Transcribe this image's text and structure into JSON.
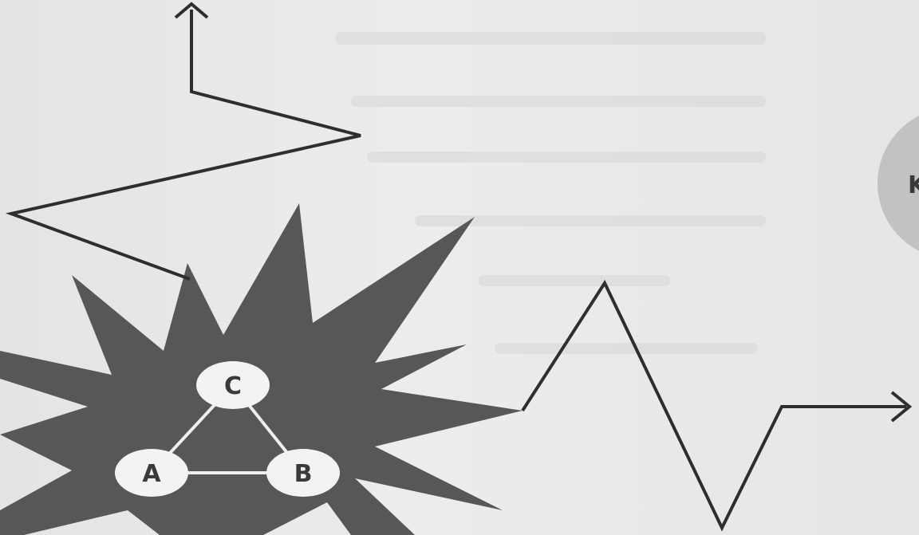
{
  "diagram": {
    "nodes": [
      {
        "id": "A",
        "label": "A"
      },
      {
        "id": "B",
        "label": "B"
      },
      {
        "id": "C",
        "label": "C"
      }
    ],
    "edges": [
      {
        "from": "A",
        "to": "B"
      },
      {
        "from": "B",
        "to": "C"
      },
      {
        "from": "C",
        "to": "A"
      }
    ],
    "right_circle_label": "K",
    "colors": {
      "background": "#e9e9e7",
      "starburst": "#575757",
      "line": "#2e2e2e",
      "node_fill": "#f3f3f1",
      "circle_fill": "#c2c2c0"
    }
  }
}
